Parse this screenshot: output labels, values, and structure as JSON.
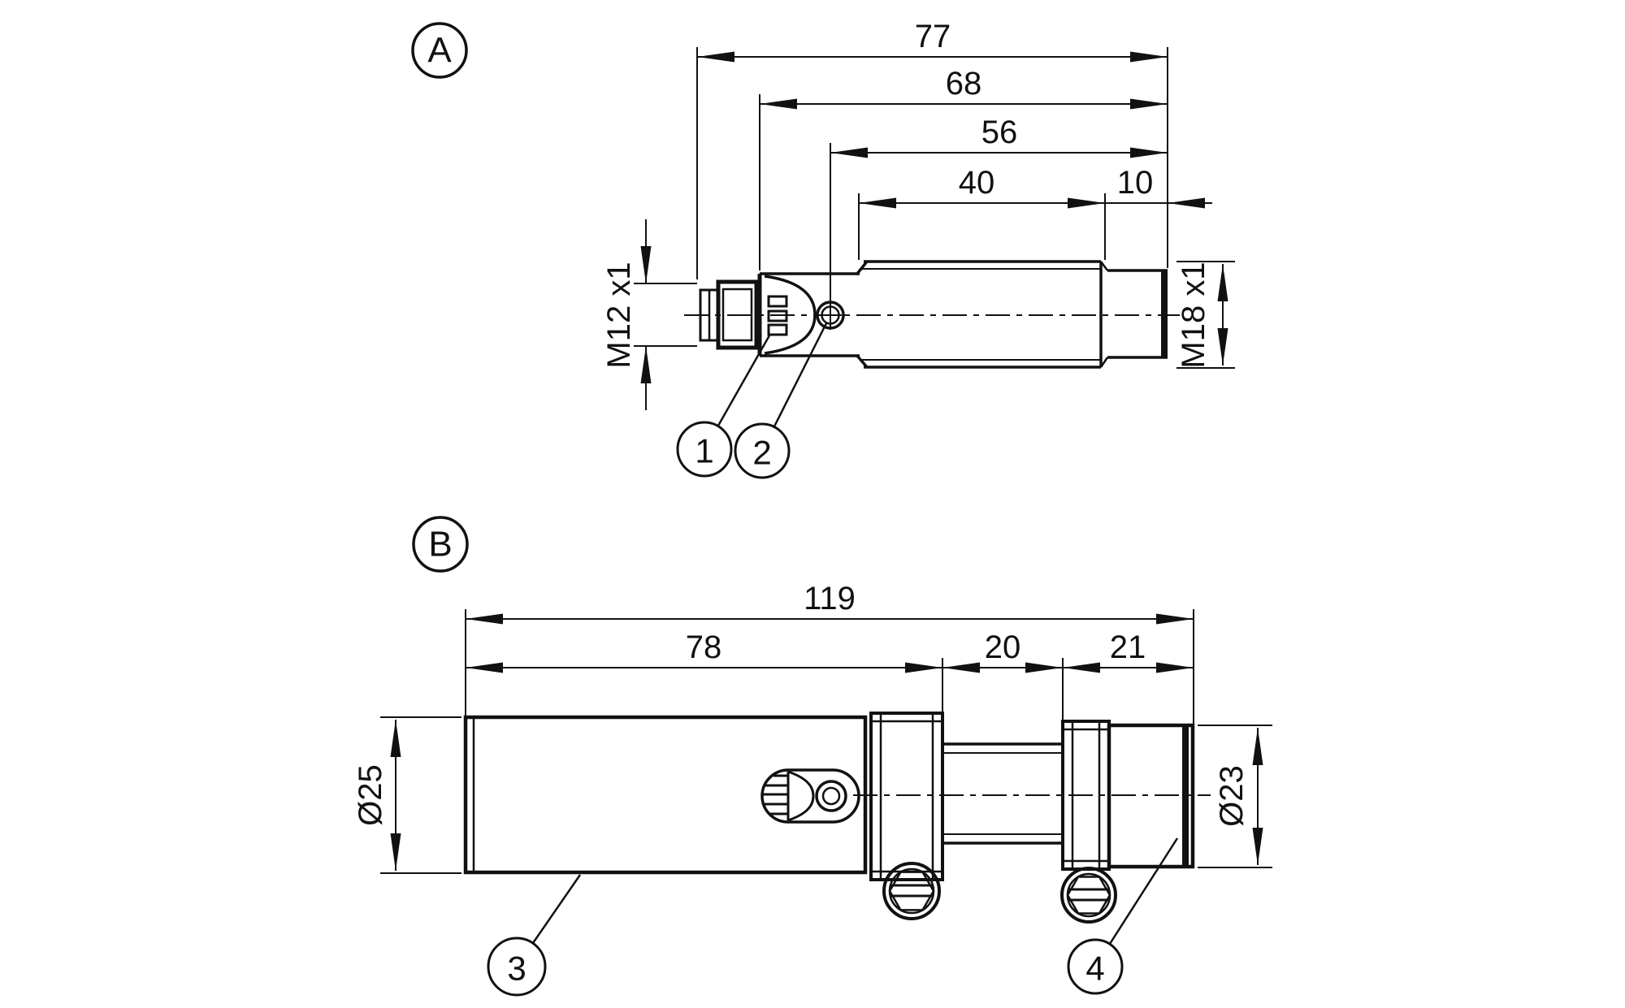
{
  "colors": {
    "ink": "#111111",
    "paper": "#ffffff"
  },
  "views": {
    "a": {
      "label": "A",
      "dims": {
        "overall_length": "77",
        "body_length": "68",
        "screw_to_face": "56",
        "thread_length": "40",
        "tip_length": "10",
        "connector_thread": "M12 x1",
        "barrel_thread": "M18 x1"
      },
      "callouts": {
        "led": "1",
        "screw": "2"
      }
    },
    "b": {
      "label": "B",
      "dims": {
        "overall_length": "119",
        "body_length": "78",
        "mid_length": "20",
        "head_length": "21",
        "body_diameter": "Ø25",
        "head_diameter": "Ø23"
      },
      "callouts": {
        "body": "3",
        "head": "4"
      }
    }
  }
}
